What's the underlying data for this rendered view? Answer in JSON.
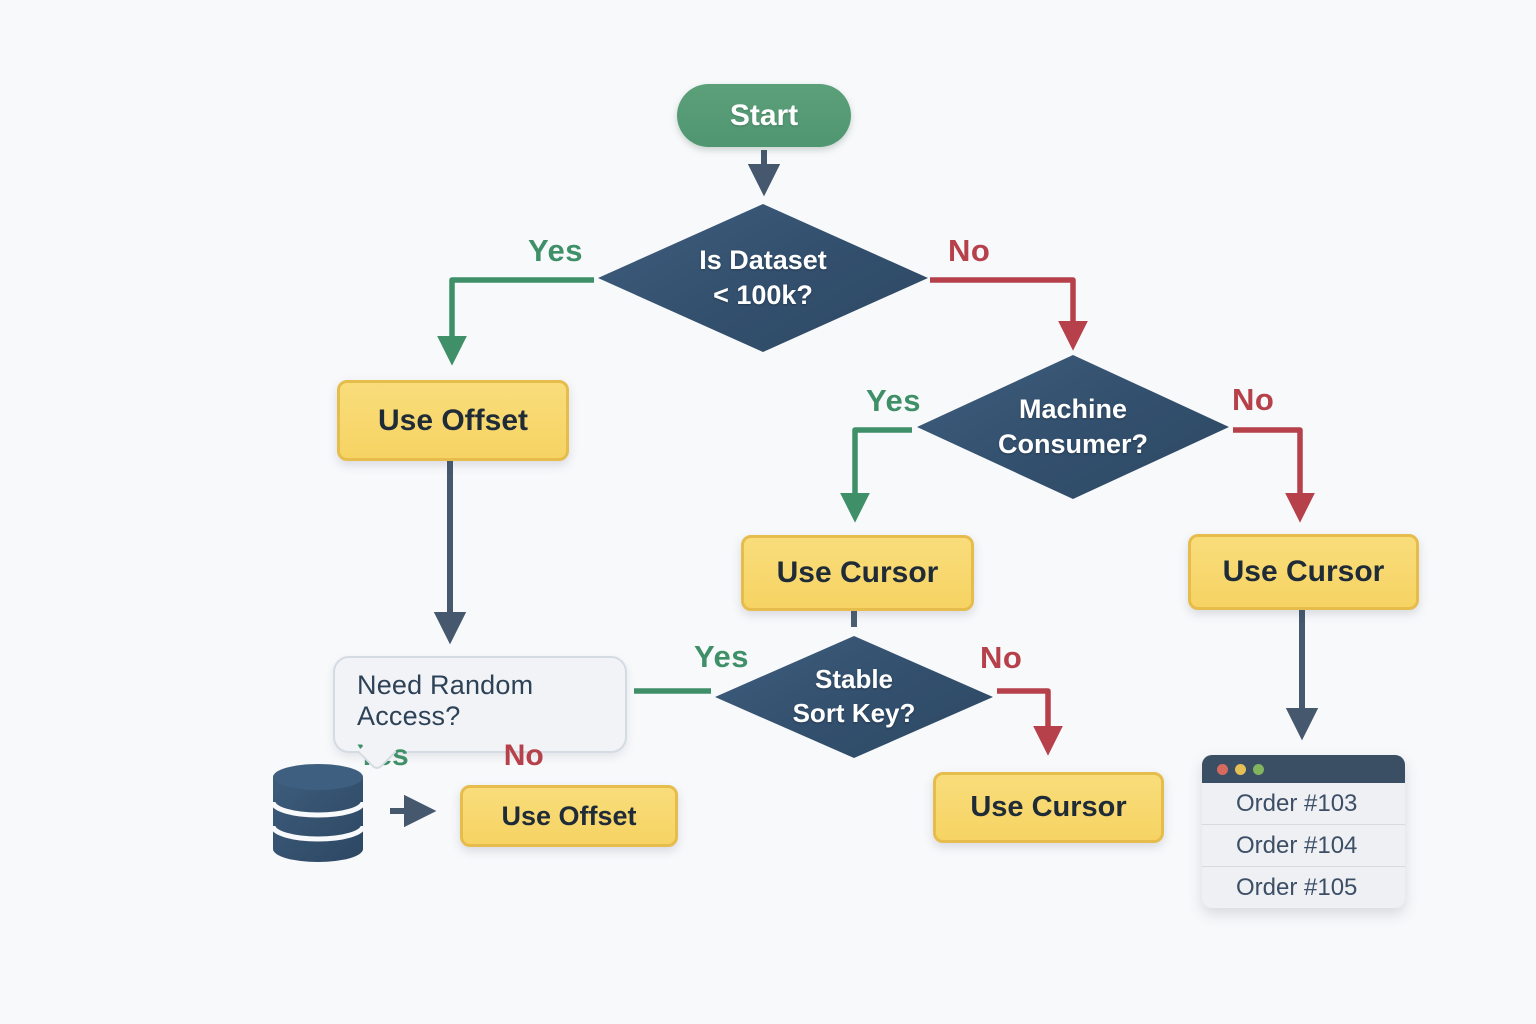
{
  "nodes": {
    "start": "Start",
    "decision_dataset": {
      "line1": "Is Dataset",
      "line2": "< 100k?"
    },
    "decision_machine": {
      "line1": "Machine",
      "line2": "Consumer?"
    },
    "decision_stable": {
      "line1": "Stable",
      "line2": "Sort Key?"
    },
    "use_offset_main": "Use Offset",
    "use_cursor_machine_yes": "Use Cursor",
    "use_cursor_machine_no": "Use Cursor",
    "use_cursor_stable_no": "Use Cursor",
    "use_offset_random": "Use Offset"
  },
  "edge_labels": {
    "dataset_yes": "Yes",
    "dataset_no": "No",
    "machine_yes": "Yes",
    "machine_no": "No",
    "stable_yes": "Yes",
    "stable_no": "No"
  },
  "bubble": {
    "question": "Need Random Access?",
    "yes": "Yes",
    "no": "No"
  },
  "browser_window": {
    "orders": [
      "Order #103",
      "Order #104",
      "Order #105"
    ]
  },
  "icons": {
    "database": "database-icon",
    "window_dots": [
      "red-dot",
      "yellow-dot",
      "green-dot"
    ]
  },
  "colors": {
    "background": "#f8f9fb",
    "diamond_navy": "#35526f",
    "result_yellow_fill": "#f8d96e",
    "result_yellow_border": "#e6bc4d",
    "yes_green": "#3f9069",
    "no_red": "#b6414b",
    "arrow_dark": "#45586e",
    "start_green": "#549a73",
    "browser_header": "#3a4e64"
  }
}
